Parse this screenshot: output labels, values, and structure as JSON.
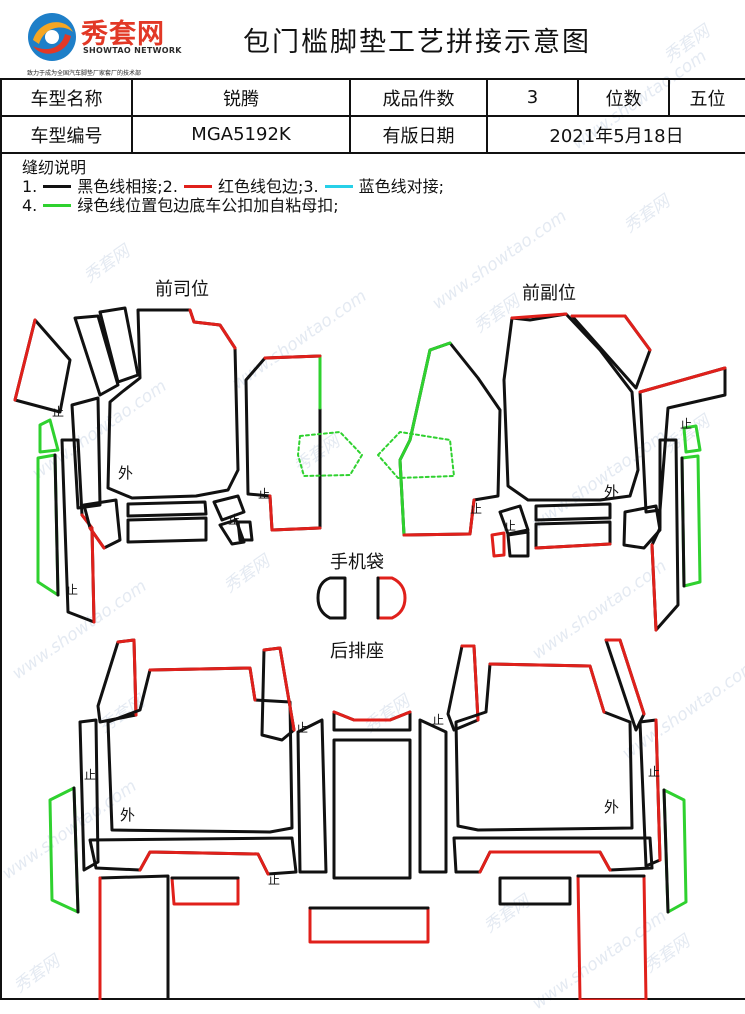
{
  "header": {
    "logo_cn": "秀套网",
    "logo_en": "SHOWTAO NETWORK",
    "logo_slogan": "致力于成为全国汽车脚垫厂家套厂的技术部",
    "title": "包门槛脚垫工艺拼接示意图"
  },
  "info": {
    "model_name_label": "车型名称",
    "model_name": "锐腾",
    "pieces_label": "成品件数",
    "pieces": "3",
    "seats_label": "位数",
    "seats": "五位",
    "model_code_label": "车型编号",
    "model_code": "MGA5192K",
    "date_label": "有版日期",
    "date": "2021年5月18日"
  },
  "notes": {
    "heading": "缝纫说明",
    "item1_num": "1.",
    "item1_text": "黑色线相接;2.",
    "item2_text": "红色线包边;3.",
    "item3_text": "蓝色线对接;",
    "item4_num": "4.",
    "item4_text": "绿色线位置包边底车公扣加自粘母扣;"
  },
  "line_colors": {
    "black": "#111111",
    "red": "#e0201b",
    "blue": "#27d0e8",
    "green": "#2fd12f"
  },
  "sections": {
    "driver": "前司位",
    "passenger": "前副位",
    "phone_bag": "手机袋",
    "rear": "后排座"
  },
  "marks": {
    "outer": "外",
    "stop": "止"
  },
  "watermark": {
    "cn": "秀套网",
    "url": "www.showtao.com"
  }
}
